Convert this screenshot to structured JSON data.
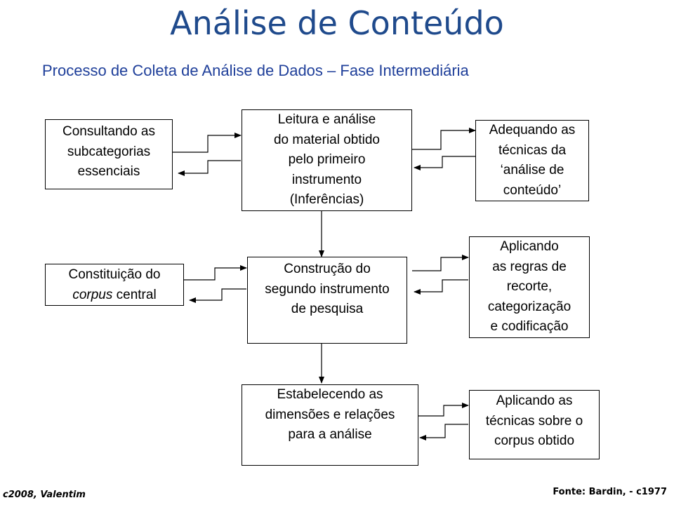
{
  "title": "Análise de Conteúdo",
  "subtitle": "Processo de Coleta de Análise de Dados – Fase Intermediária",
  "boxes": {
    "leitura": "Leitura  e análise\ndo material obtido\npelo primeiro\ninstrumento\n(Inferências)",
    "consultando": "Consultando as\nsubcategorias\nessenciais",
    "adequando": "Adequando as\ntécnicas da\n‘análise de\nconteúdo’",
    "construcao": "Construção do\nsegundo instrumento\nde pesquisa",
    "constituicao_prefix": "Constituição do",
    "constituicao_italic": "corpus",
    "constituicao_suffix": " central",
    "aplicando_regras": "Aplicando\nas regras de\nrecorte,\ncategorização\ne codificação",
    "estabelecendo": "Estabelecendo as\ndimensões e relações\npara a análise",
    "aplicando_tecnicas": "Aplicando as\ntécnicas sobre o\ncorpus obtido"
  },
  "footer": {
    "credit": "c2008, Valentim",
    "source": "Fonte: Bardin, - c1977"
  }
}
